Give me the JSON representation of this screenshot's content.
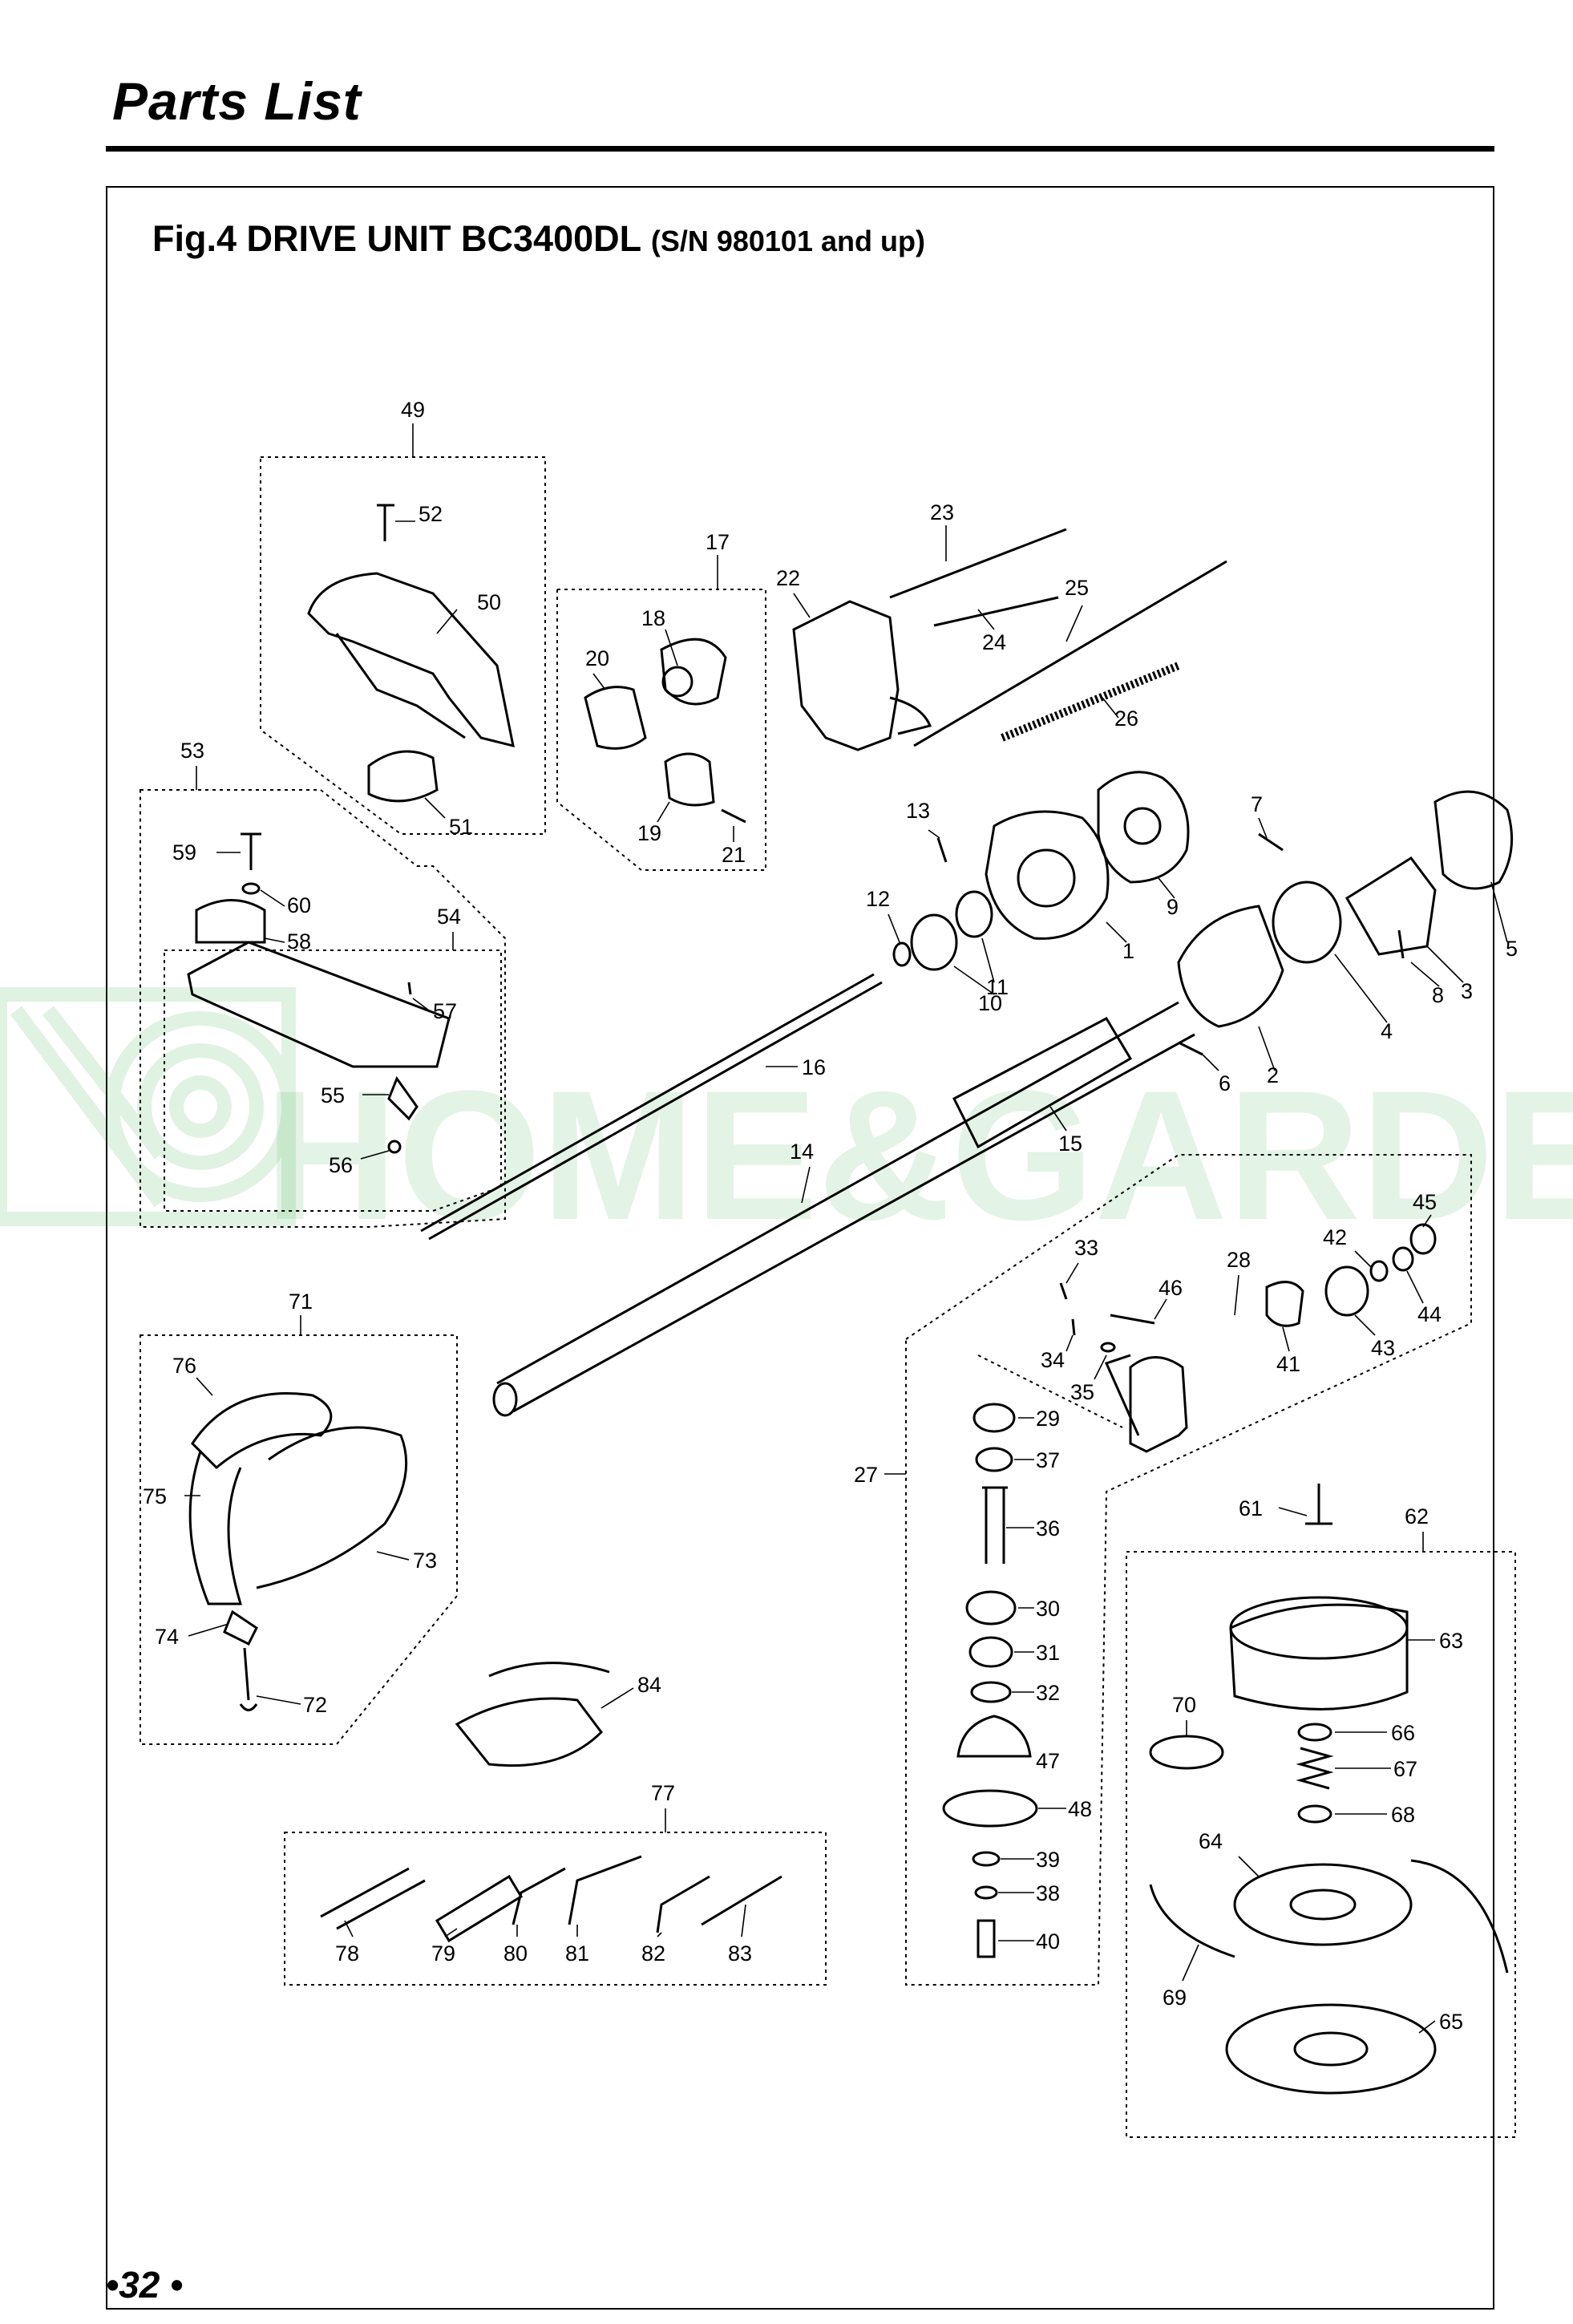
{
  "header": {
    "title": "Parts List"
  },
  "figure": {
    "title_main": "Fig.4 DRIVE UNIT  BC3400DL",
    "title_serial": "(S/N 980101 and up)"
  },
  "watermark": {
    "brand_text": "HOME&GARDEN",
    "color": "#2faa3d"
  },
  "footer": {
    "page_number": "•32 •"
  },
  "callouts": {
    "c1": "1",
    "c2": "2",
    "c3": "3",
    "c4": "4",
    "c5": "5",
    "c6": "6",
    "c7": "7",
    "c8": "8",
    "c9": "9",
    "c10": "10",
    "c11": "11",
    "c12": "12",
    "c13": "13",
    "c14": "14",
    "c15": "15",
    "c16": "16",
    "c17": "17",
    "c18": "18",
    "c19": "19",
    "c20": "20",
    "c21": "21",
    "c22": "22",
    "c23": "23",
    "c24": "24",
    "c25": "25",
    "c26": "26",
    "c27": "27",
    "c28": "28",
    "c29": "29",
    "c30": "30",
    "c31": "31",
    "c32": "32",
    "c33": "33",
    "c34": "34",
    "c35": "35",
    "c36": "36",
    "c37": "37",
    "c38": "38",
    "c39": "39",
    "c40": "40",
    "c41": "41",
    "c42": "42",
    "c43": "43",
    "c44": "44",
    "c45": "45",
    "c46": "46",
    "c47": "47",
    "c48": "48",
    "c49": "49",
    "c50": "50",
    "c51": "51",
    "c52": "52",
    "c53": "53",
    "c54": "54",
    "c55": "55",
    "c56": "56",
    "c57": "57",
    "c58": "58",
    "c59": "59",
    "c60": "60",
    "c61": "61",
    "c62": "62",
    "c63": "63",
    "c64": "64",
    "c65": "65",
    "c66": "66",
    "c67": "67",
    "c68": "68",
    "c69": "69",
    "c70": "70",
    "c71": "71",
    "c72": "72",
    "c73": "73",
    "c74": "74",
    "c75": "75",
    "c76": "76",
    "c77": "77",
    "c78": "78",
    "c79": "79",
    "c80": "80",
    "c81": "81",
    "c82": "82",
    "c83": "83",
    "c84": "84"
  }
}
